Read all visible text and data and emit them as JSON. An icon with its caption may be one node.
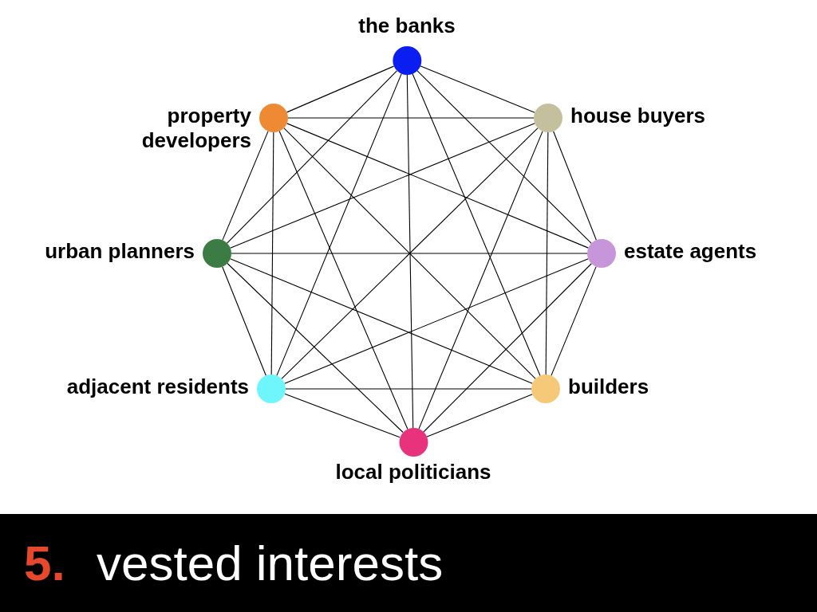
{
  "diagram": {
    "title": "**5.** vested interests",
    "nodes": [
      {
        "text": [
          "the banks"
        ]
      },
      {
        "text": [
          "property developers"
        ]
      },
      {
        "text": [
          "house buyers"
        ]
      },
      {
        "text": [
          "urban planners"
        ]
      },
      {
        "text": [
          "estate agents"
        ]
      },
      {
        "text": [
          "adjacent residents"
        ]
      },
      {
        "text": [
          "builders"
        ]
      },
      {
        "text": [
          "local politicians"
        ]
      }
    ],
    "edges": [
      {
        "from": 0,
        "to": 1,
        "arrow": "none"
      },
      {
        "from": 0,
        "to": 2,
        "arrow": "none"
      },
      {
        "from": 0,
        "to": 3,
        "arrow": "none"
      },
      {
        "from": 0,
        "to": 4,
        "arrow": "none"
      },
      {
        "from": 0,
        "to": 5,
        "arrow": "none"
      },
      {
        "from": 0,
        "to": 6,
        "arrow": "none"
      },
      {
        "from": 0,
        "to": 7,
        "arrow": "none"
      },
      {
        "from": 1,
        "to": 2,
        "arrow": "none"
      },
      {
        "from": 1,
        "to": 3,
        "arrow": "none"
      },
      {
        "from": 1,
        "to": 4,
        "arrow": "none"
      },
      {
        "from": 1,
        "to": 5,
        "arrow": "none"
      },
      {
        "from": 1,
        "to": 6,
        "arrow": "none"
      },
      {
        "from": 1,
        "to": 7,
        "arrow": "none"
      },
      {
        "from": 2,
        "to": 3,
        "arrow": "none"
      },
      {
        "from": 2,
        "to": 4,
        "arrow": "none"
      },
      {
        "from": 2,
        "to": 5,
        "arrow": "none"
      },
      {
        "from": 2,
        "to": 6,
        "arrow": "none"
      },
      {
        "from": 2,
        "to": 7,
        "arrow": "none"
      },
      {
        "from": 3,
        "to": 4,
        "arrow": "none"
      },
      {
        "from": 3,
        "to": 5,
        "arrow": "none"
      },
      {
        "from": 3,
        "to": 6,
        "arrow": "none"
      },
      {
        "from": 3,
        "to": 7,
        "arrow": "none"
      },
      {
        "from": 4,
        "to": 5,
        "arrow": "none"
      },
      {
        "from": 4,
        "to": 6,
        "arrow": "none"
      },
      {
        "from": 4,
        "to": 7,
        "arrow": "none"
      },
      {
        "from": 5,
        "to": 6,
        "arrow": "none"
      },
      {
        "from": 5,
        "to": 7,
        "arrow": "none"
      },
      {
        "from": 6,
        "to": 7,
        "arrow": "none"
      }
    ]
  }
}
